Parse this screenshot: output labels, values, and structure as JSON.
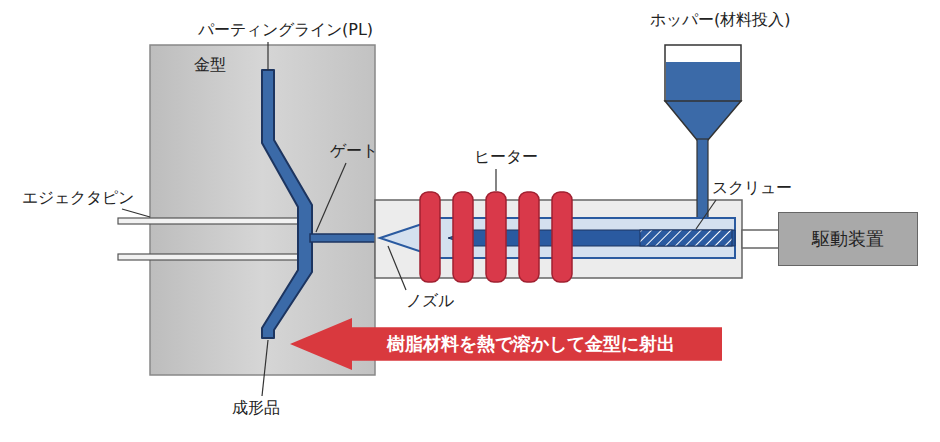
{
  "diagram": {
    "nodes": [
      {
        "text": [
          "金型"
        ]
      },
      {
        "text": [
          "ホッパー(材料投入)"
        ]
      },
      {
        "text": [
          "駆動装置"
        ]
      },
      {
        "text": [
          "樹脂材料を熱で溶かして金型に射出"
        ]
      }
    ],
    "labels": [
      "パーティングライン(PL)",
      "ゲート",
      "ヒーター",
      "スクリュー",
      "エジェクタピン",
      "ノズル",
      "成形品"
    ]
  }
}
